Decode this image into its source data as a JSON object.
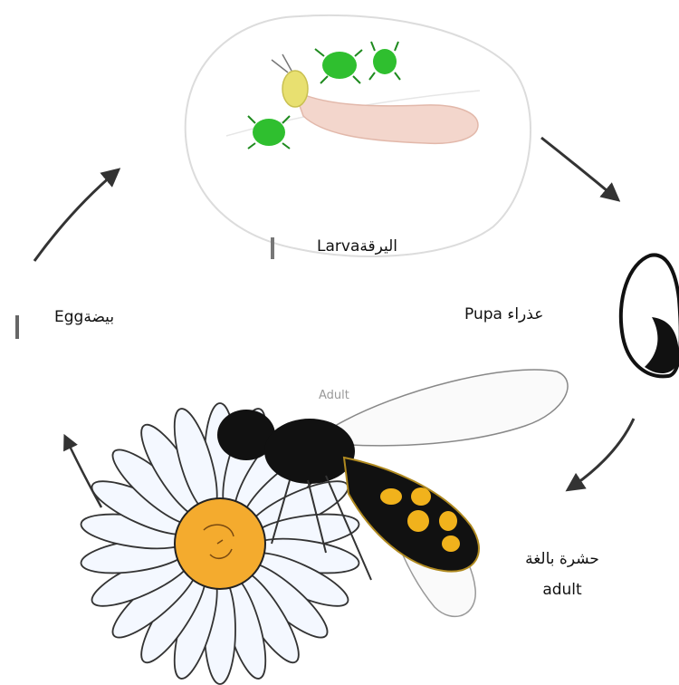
{
  "labels": {
    "larva": "Larvaاليرقة",
    "egg": "Eggبيضة",
    "pupa": "Pupa عذراء",
    "adult_ar": "حشرة بالغة",
    "adult_en": "adult",
    "adult_illustration": "Adult"
  },
  "stages": [
    "egg",
    "larva",
    "pupa",
    "adult"
  ],
  "colors": {
    "aphid_green": "#2fbf2f",
    "larva_pink": "#f3d6cc",
    "larva_head": "#e8e070",
    "fly_black": "#111111",
    "fly_yellow": "#f1b21c",
    "flower_center": "#f4ab2e",
    "arrow": "#333333"
  }
}
